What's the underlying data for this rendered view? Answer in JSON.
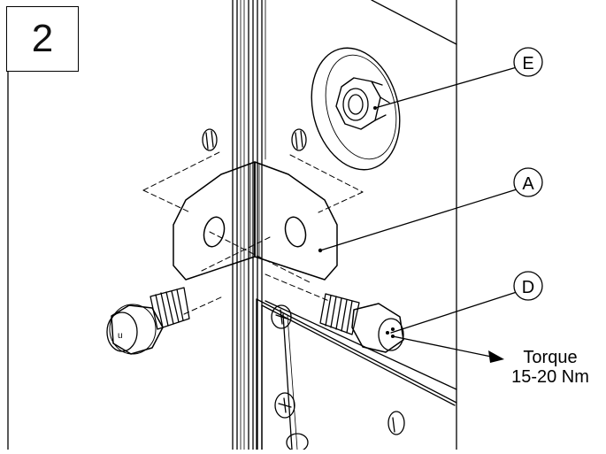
{
  "step_number": "2",
  "callouts": {
    "e": "E",
    "a": "A",
    "d": "D"
  },
  "torque": {
    "label": "Torque",
    "value": "15-20 Nm"
  },
  "colors": {
    "line": "#000000",
    "background": "#ffffff"
  }
}
